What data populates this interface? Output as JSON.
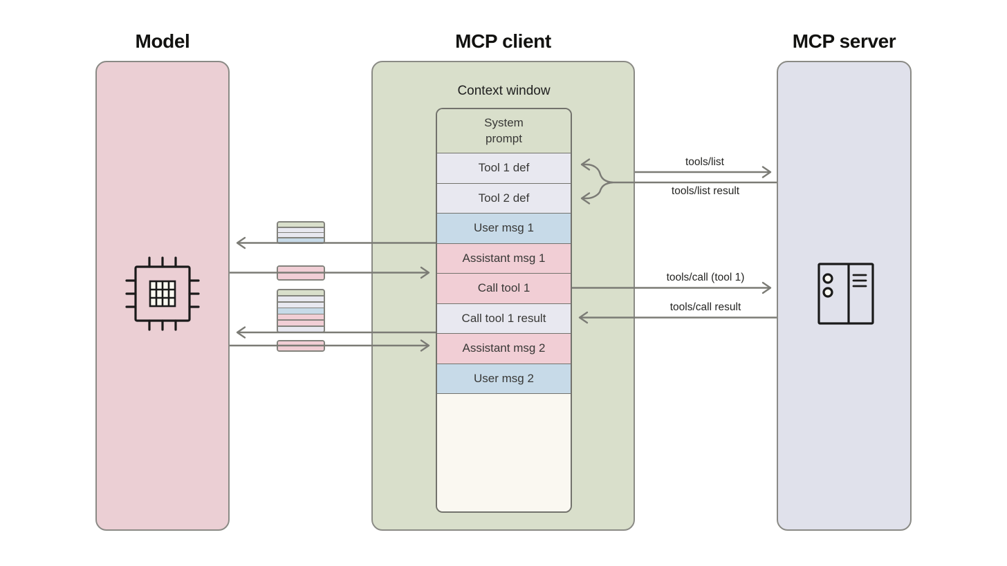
{
  "palette": {
    "model_bg": "#ebcfd4",
    "client_bg": "#d9dfcb",
    "server_bg": "#e0e1eb",
    "row_green": "#d9dfcb",
    "row_lavender": "#e8e8f0",
    "row_blue": "#c7dae8",
    "row_pink": "#f1ced5",
    "cream": "#faf8f1",
    "column_border": "#8a8a85",
    "cw_border": "#72726c",
    "packet_border": "#82827c",
    "arrow": "#7b7b75",
    "ink": "#1d1d1b",
    "icon_ink": "#1a1a1a",
    "icon_cell_fill": "#fbfaf2"
  },
  "columns": {
    "model": {
      "title": "Model"
    },
    "client": {
      "title": "MCP client",
      "context_window_label": "Context window"
    },
    "server": {
      "title": "MCP server"
    }
  },
  "context_window": {
    "rows": [
      {
        "label": "System prompt",
        "color": "row_green"
      },
      {
        "label": "Tool 1 def",
        "color": "row_lavender"
      },
      {
        "label": "Tool 2 def",
        "color": "row_lavender"
      },
      {
        "label": "User msg 1",
        "color": "row_blue"
      },
      {
        "label": "Assistant msg 1",
        "color": "row_pink"
      },
      {
        "label": "Call tool 1",
        "color": "row_pink"
      },
      {
        "label": "Call tool 1 result",
        "color": "row_lavender"
      },
      {
        "label": "Assistant msg 2",
        "color": "row_pink"
      },
      {
        "label": "User msg 2",
        "color": "row_blue"
      }
    ]
  },
  "messages": {
    "tools_list": "tools/list",
    "tools_list_result": "tools/list result",
    "tools_call": "tools/call (tool 1)",
    "tools_call_result": "tools/call result"
  },
  "packets": {
    "to_model_1": {
      "stripes": [
        "row_green",
        "row_lavender",
        "row_lavender",
        "row_blue"
      ]
    },
    "to_client_1": {
      "stripes": [
        "row_pink"
      ]
    },
    "to_model_2": {
      "stripes": [
        "row_green",
        "row_lavender",
        "row_lavender",
        "row_blue",
        "row_pink",
        "row_pink",
        "row_lavender"
      ]
    },
    "to_client_2": {
      "stripes": [
        "row_pink"
      ]
    }
  },
  "icons": {
    "model": "cpu-chip-icon",
    "server": "server-rack-icon"
  }
}
